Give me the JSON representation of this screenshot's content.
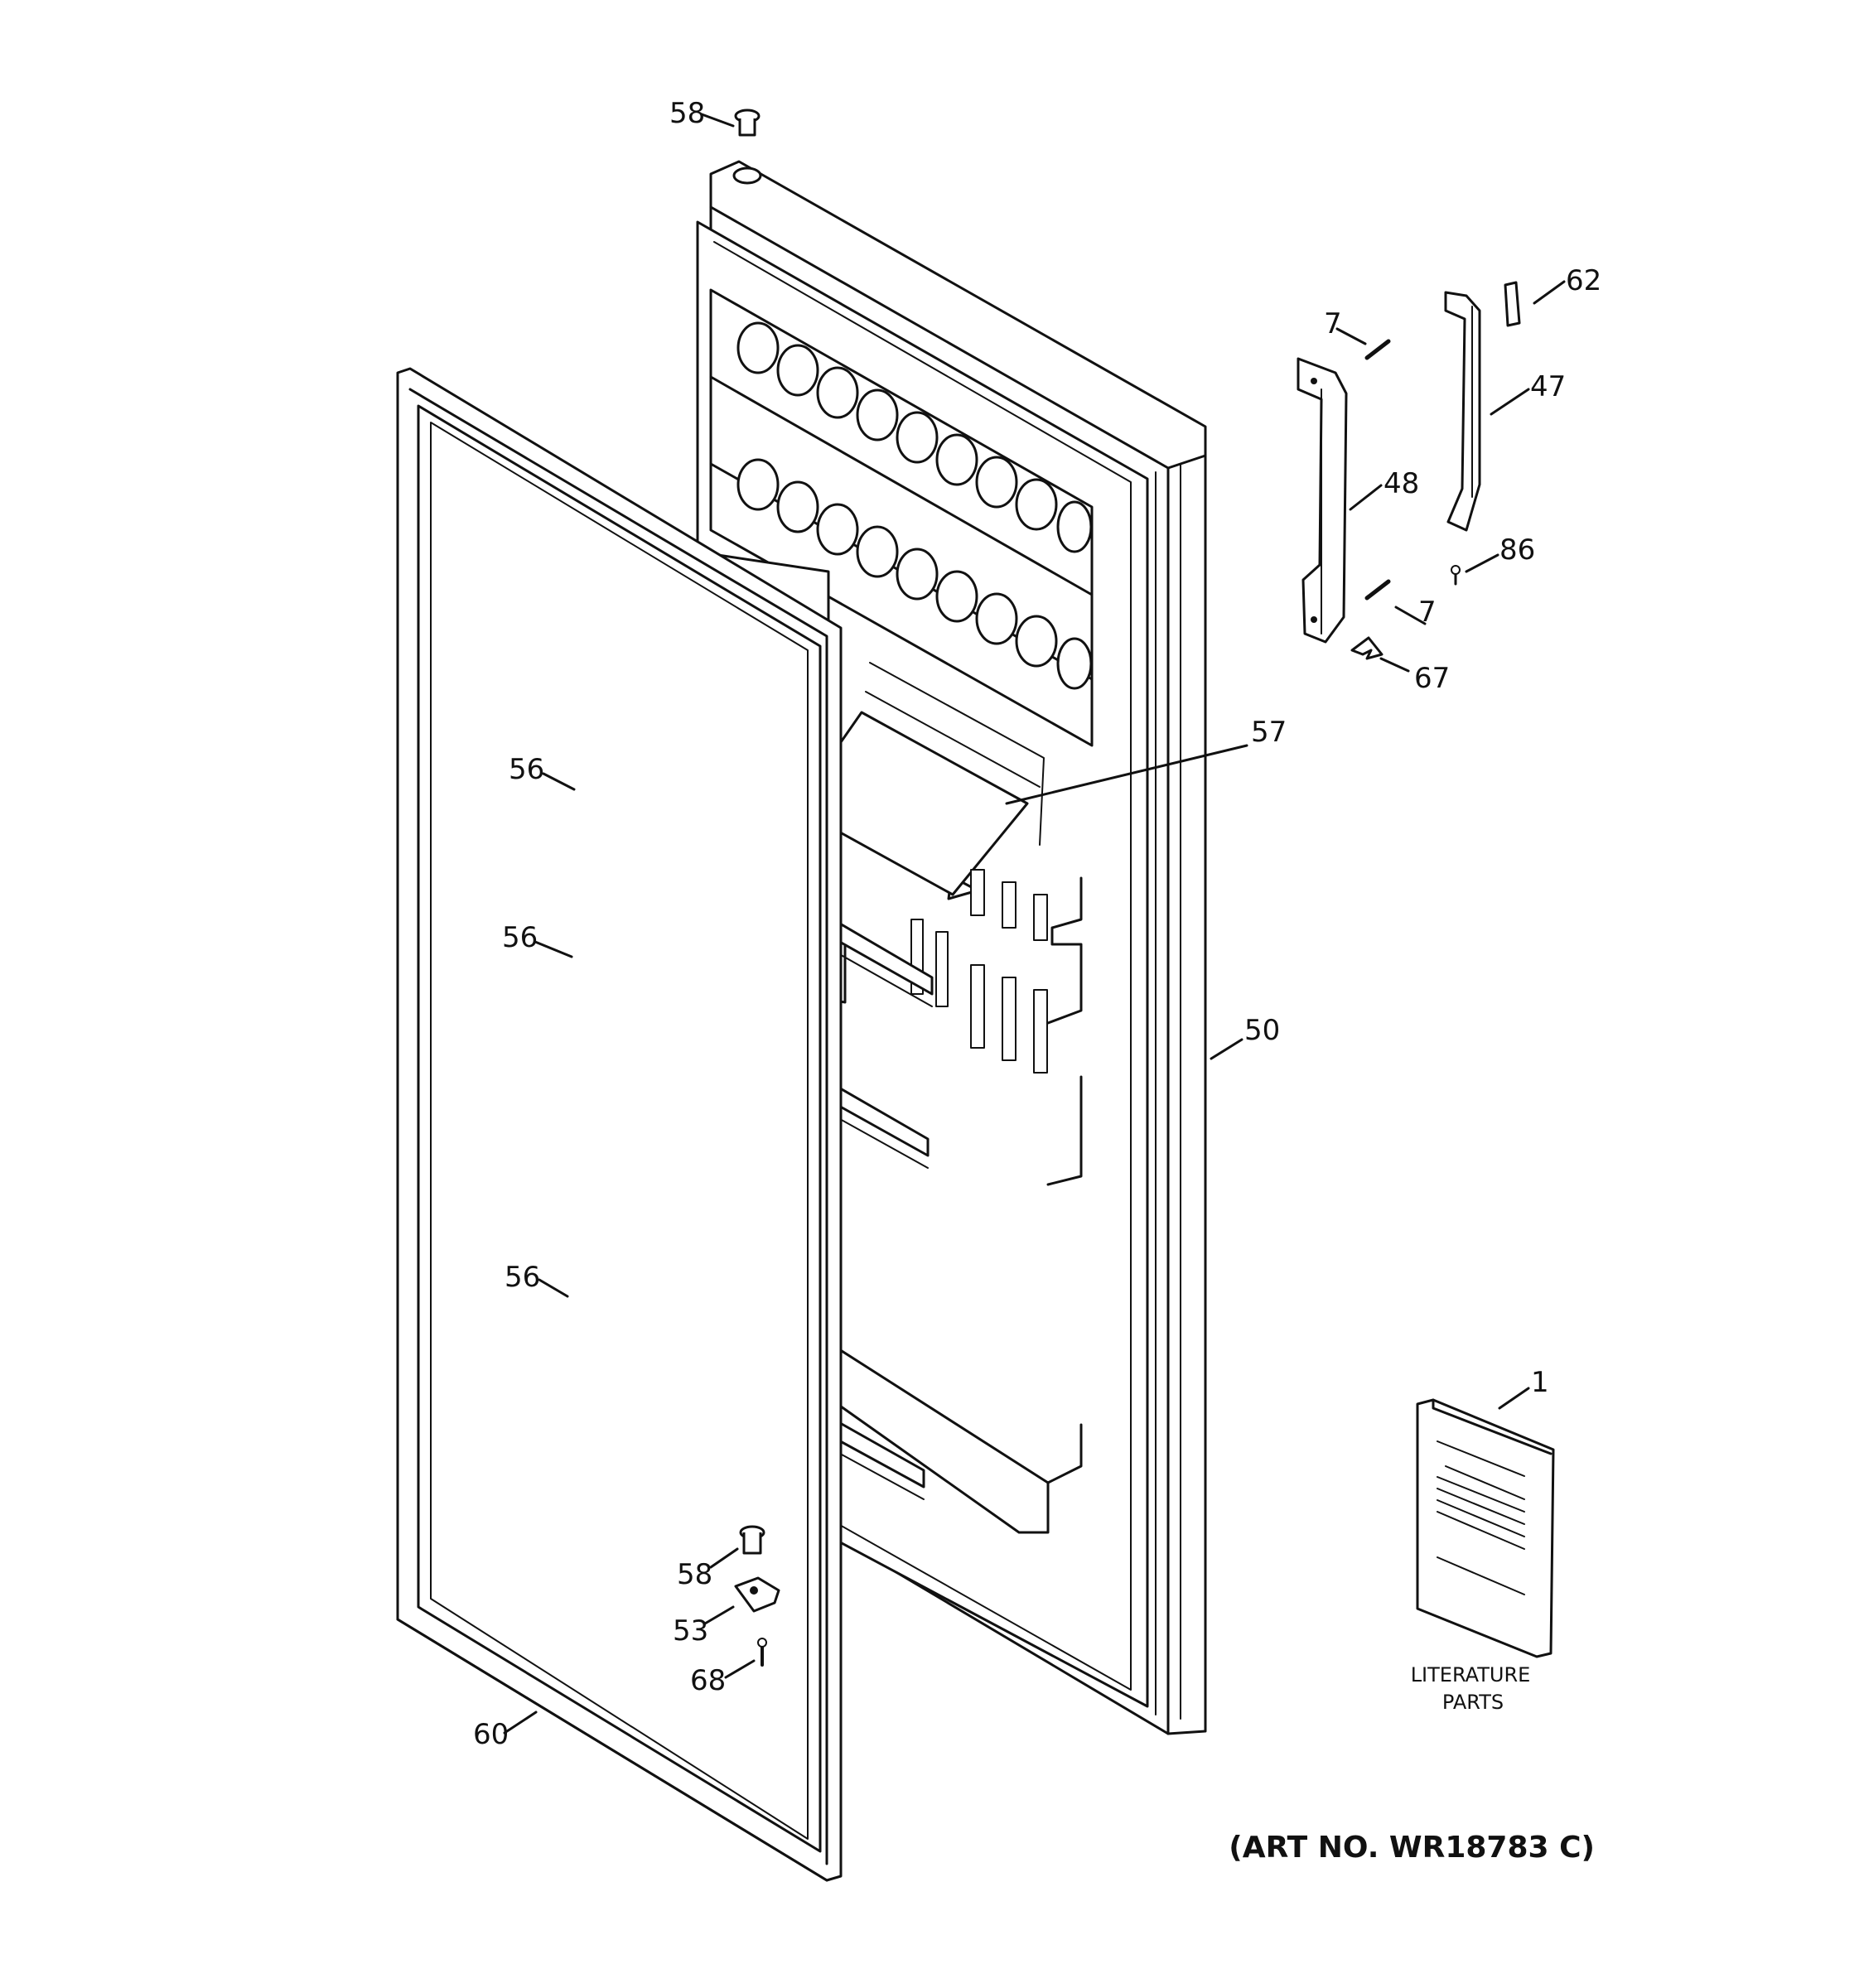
{
  "callouts": {
    "c58_top": "58",
    "c62": "62",
    "c7_top": "7",
    "c47": "47",
    "c48": "48",
    "c86": "86",
    "c7_bottom": "7",
    "c67": "67",
    "c57": "57",
    "c56_top": "56",
    "c56_mid": "56",
    "c56_bottom": "56",
    "c50": "50",
    "c1": "1",
    "c58_bottom": "58",
    "c53": "53",
    "c68": "68",
    "c60": "60"
  },
  "literature": {
    "line1": "LITERATURE",
    "line2": "PARTS"
  },
  "art_number": "(ART NO. WR18783 C)"
}
